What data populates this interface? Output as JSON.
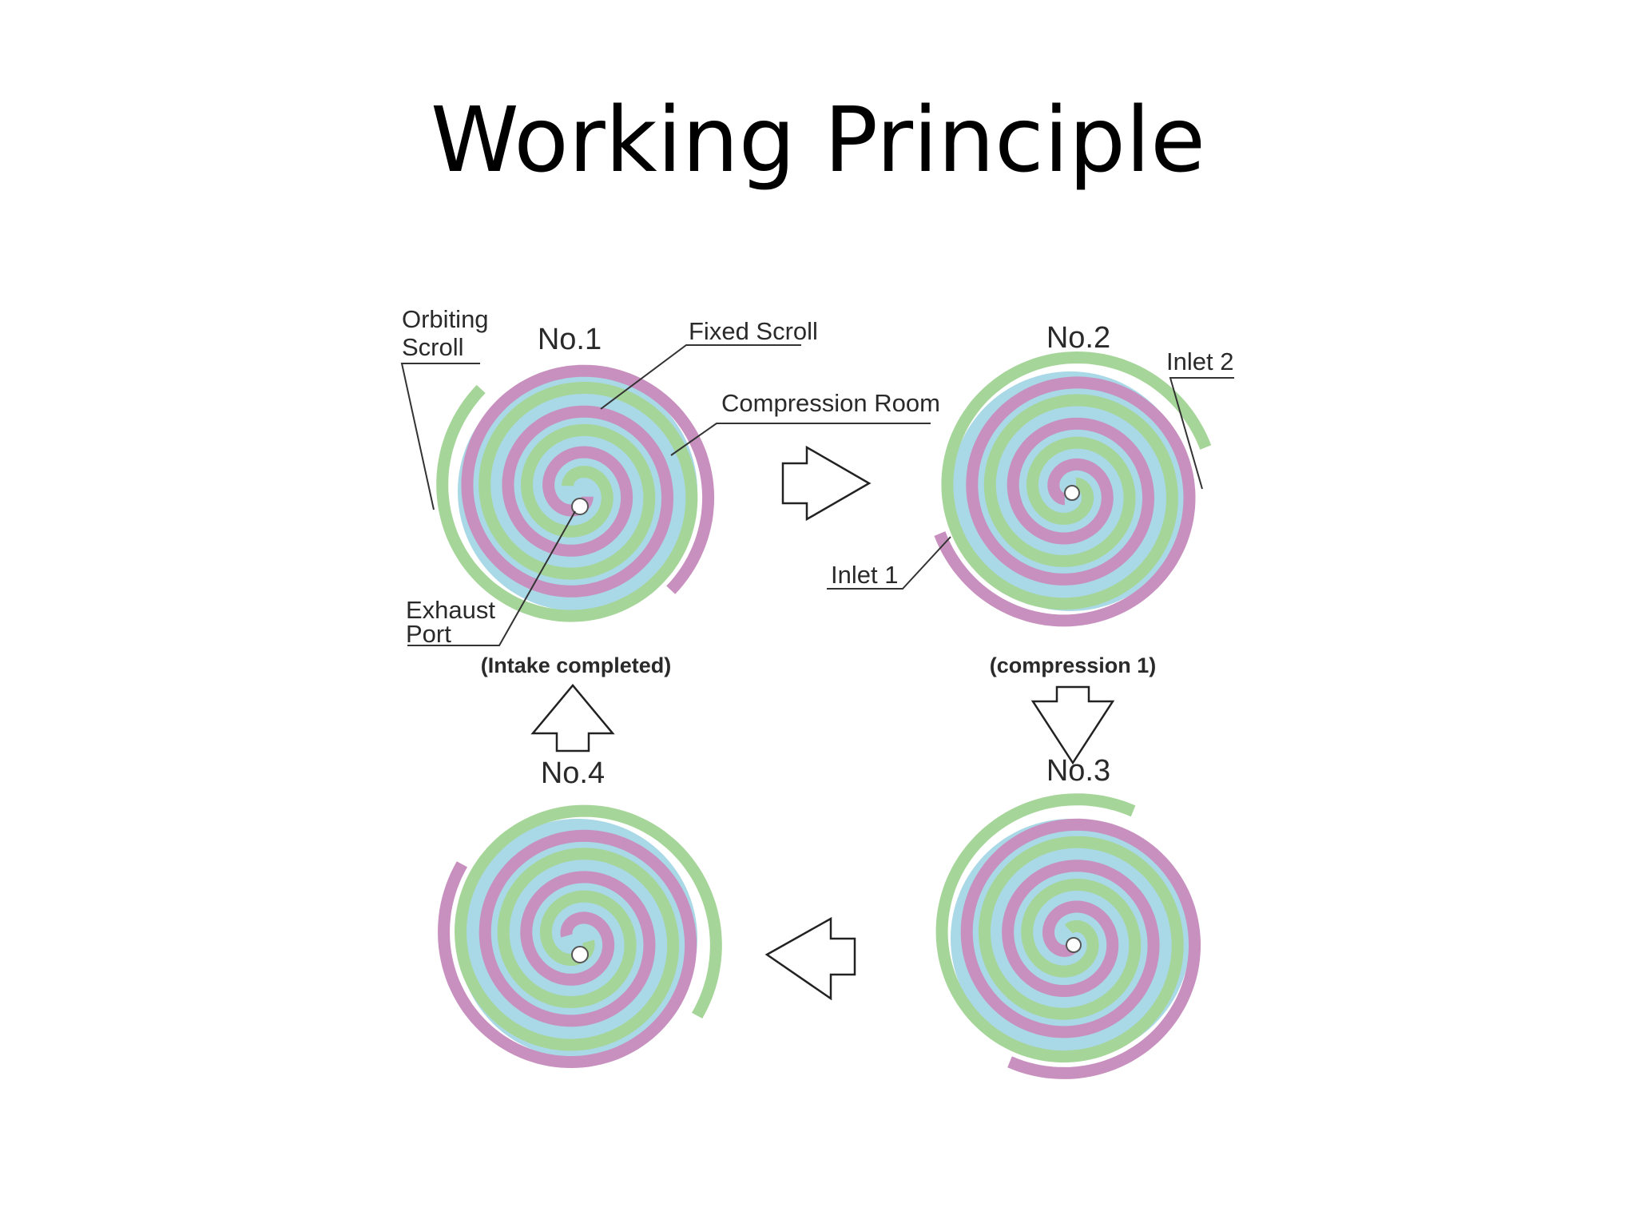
{
  "title": "Working Principle",
  "colors": {
    "orbiting_scroll": "#c890be",
    "fixed_scroll": "#a6d59a",
    "compression_room": "#a9d8e6",
    "outline": "#6a6a6a"
  },
  "labels": {
    "orbiting_scroll_line1": "Orbiting",
    "orbiting_scroll_line2": "Scroll",
    "fixed_scroll": "Fixed Scroll",
    "compression_room": "Compression Room",
    "exhaust_port_line1": "Exhaust",
    "exhaust_port_line2": "Port",
    "inlet_1": "Inlet 1",
    "inlet_2": "Inlet 2"
  },
  "stages": [
    {
      "number": "No.1",
      "caption": "(Intake completed)"
    },
    {
      "number": "No.2",
      "caption": "(compression 1)"
    },
    {
      "number": "No.3",
      "caption": ""
    },
    {
      "number": "No.4",
      "caption": ""
    }
  ]
}
